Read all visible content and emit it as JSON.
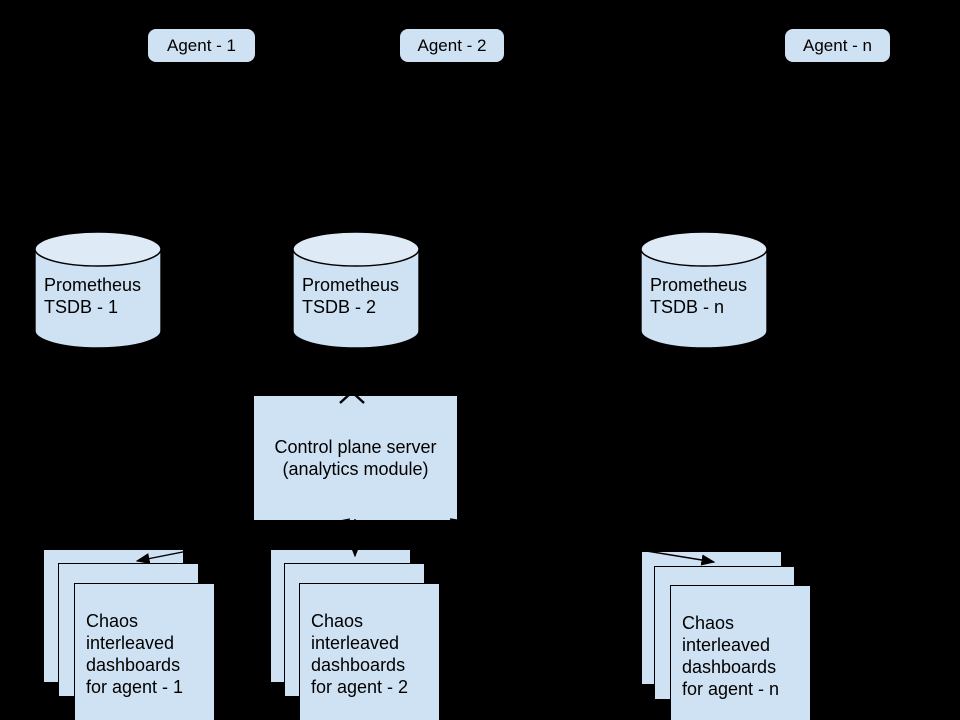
{
  "colors": {
    "background": "#000000",
    "node_fill": "#cfe2f3",
    "cylinder_top_fill": "#dfeaf7",
    "outline": "#000000",
    "text": "#000000",
    "arrow": "#000000"
  },
  "agents": [
    {
      "label": "Agent - 1"
    },
    {
      "label": "Agent - 2"
    },
    {
      "label": "Agent - n"
    }
  ],
  "tsdbs": [
    {
      "label": "Prometheus\nTSDB - 1"
    },
    {
      "label": "Prometheus\nTSDB - 2"
    },
    {
      "label": "Prometheus\nTSDB - n"
    }
  ],
  "control_plane": {
    "label": "Control plane server\n(analytics module)"
  },
  "dashboards": [
    {
      "label": "Chaos\ninterleaved\ndashboards\nfor agent - 1"
    },
    {
      "label": "Chaos\ninterleaved\ndashboards\nfor agent - 2"
    },
    {
      "label": "Chaos\ninterleaved\ndashboards\nfor agent - n"
    }
  ]
}
